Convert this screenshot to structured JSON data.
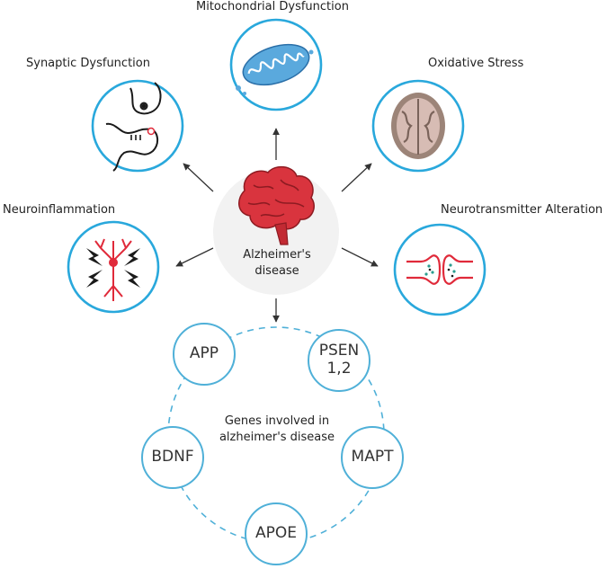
{
  "center": {
    "label": "Alzheimer's\ndisease",
    "icon": "brain-icon"
  },
  "mechanisms": [
    {
      "key": "mitochondrial",
      "label": "Mitochondrial Dysfunction",
      "icon": "mitochondrion-icon"
    },
    {
      "key": "oxidative",
      "label": "Oxidative Stress",
      "icon": "brain-scan-icon"
    },
    {
      "key": "neurotransmitter",
      "label": "Neurotransmitter Alteration",
      "icon": "synapse-vesicles-icon"
    },
    {
      "key": "synaptic",
      "label": "Synaptic Dysfunction",
      "icon": "synapse-icon"
    },
    {
      "key": "neuroinflammation",
      "label": "Neuroinflammation",
      "icon": "inflamed-neuron-icon"
    }
  ],
  "genes_title": "Genes involved in\nalzheimer's disease",
  "genes": [
    {
      "key": "app",
      "label": "APP"
    },
    {
      "key": "psen",
      "label": "PSEN\n1,2"
    },
    {
      "key": "mapt",
      "label": "MAPT"
    },
    {
      "key": "apoe",
      "label": "APOE"
    },
    {
      "key": "bdnf",
      "label": "BDNF"
    }
  ],
  "colors": {
    "circle_border": "#29a8dc",
    "gene_border": "#4fb0d8",
    "arrow": "#333333",
    "brain": "#d9343e",
    "accent_red": "#e02a3a"
  }
}
